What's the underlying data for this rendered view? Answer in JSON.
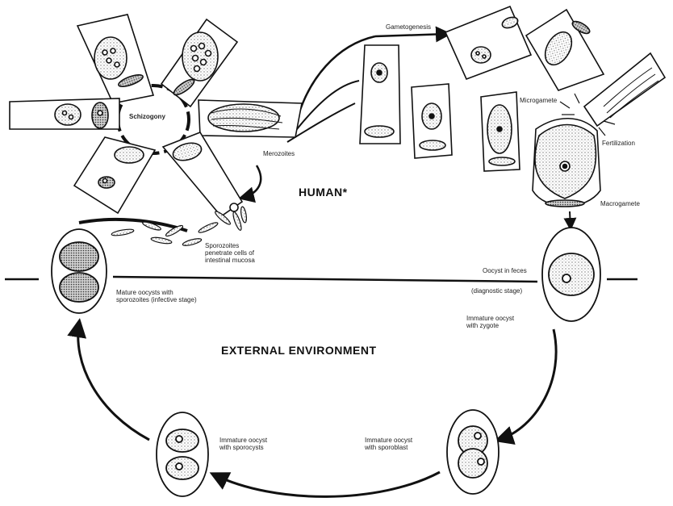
{
  "regions": {
    "human": "HUMAN*",
    "external": "EXTERNAL ENVIRONMENT"
  },
  "labels": {
    "schizogony": "Schizogony",
    "merozoites": "Merozoites",
    "gametogenesis": "Gametogenesis",
    "microgamete": "Microgamete",
    "fertilization": "Fertilization",
    "macrogamete": "Macrogamete",
    "sporozoites_1": "Sporozoites",
    "sporozoites_2": "penetrate cells of",
    "sporozoites_3": "intestinal mucosa",
    "oocyst_feces": "Oocyst in feces",
    "diagnostic": "(diagnostic stage)",
    "mature_1": "Mature oocysts with",
    "mature_2": "sporozoites (infective stage)",
    "zygote_1": "Immature oocyst",
    "zygote_2": "with zygote",
    "sporoblast_1": "Immature oocyst",
    "sporoblast_2": "with sporoblast",
    "sporocysts_1": "Immature oocyst",
    "sporocysts_2": "with sporocysts"
  },
  "colors": {
    "ink": "#111111",
    "cell_fill": "#ffffff",
    "stipple": "#9a9a9a"
  }
}
